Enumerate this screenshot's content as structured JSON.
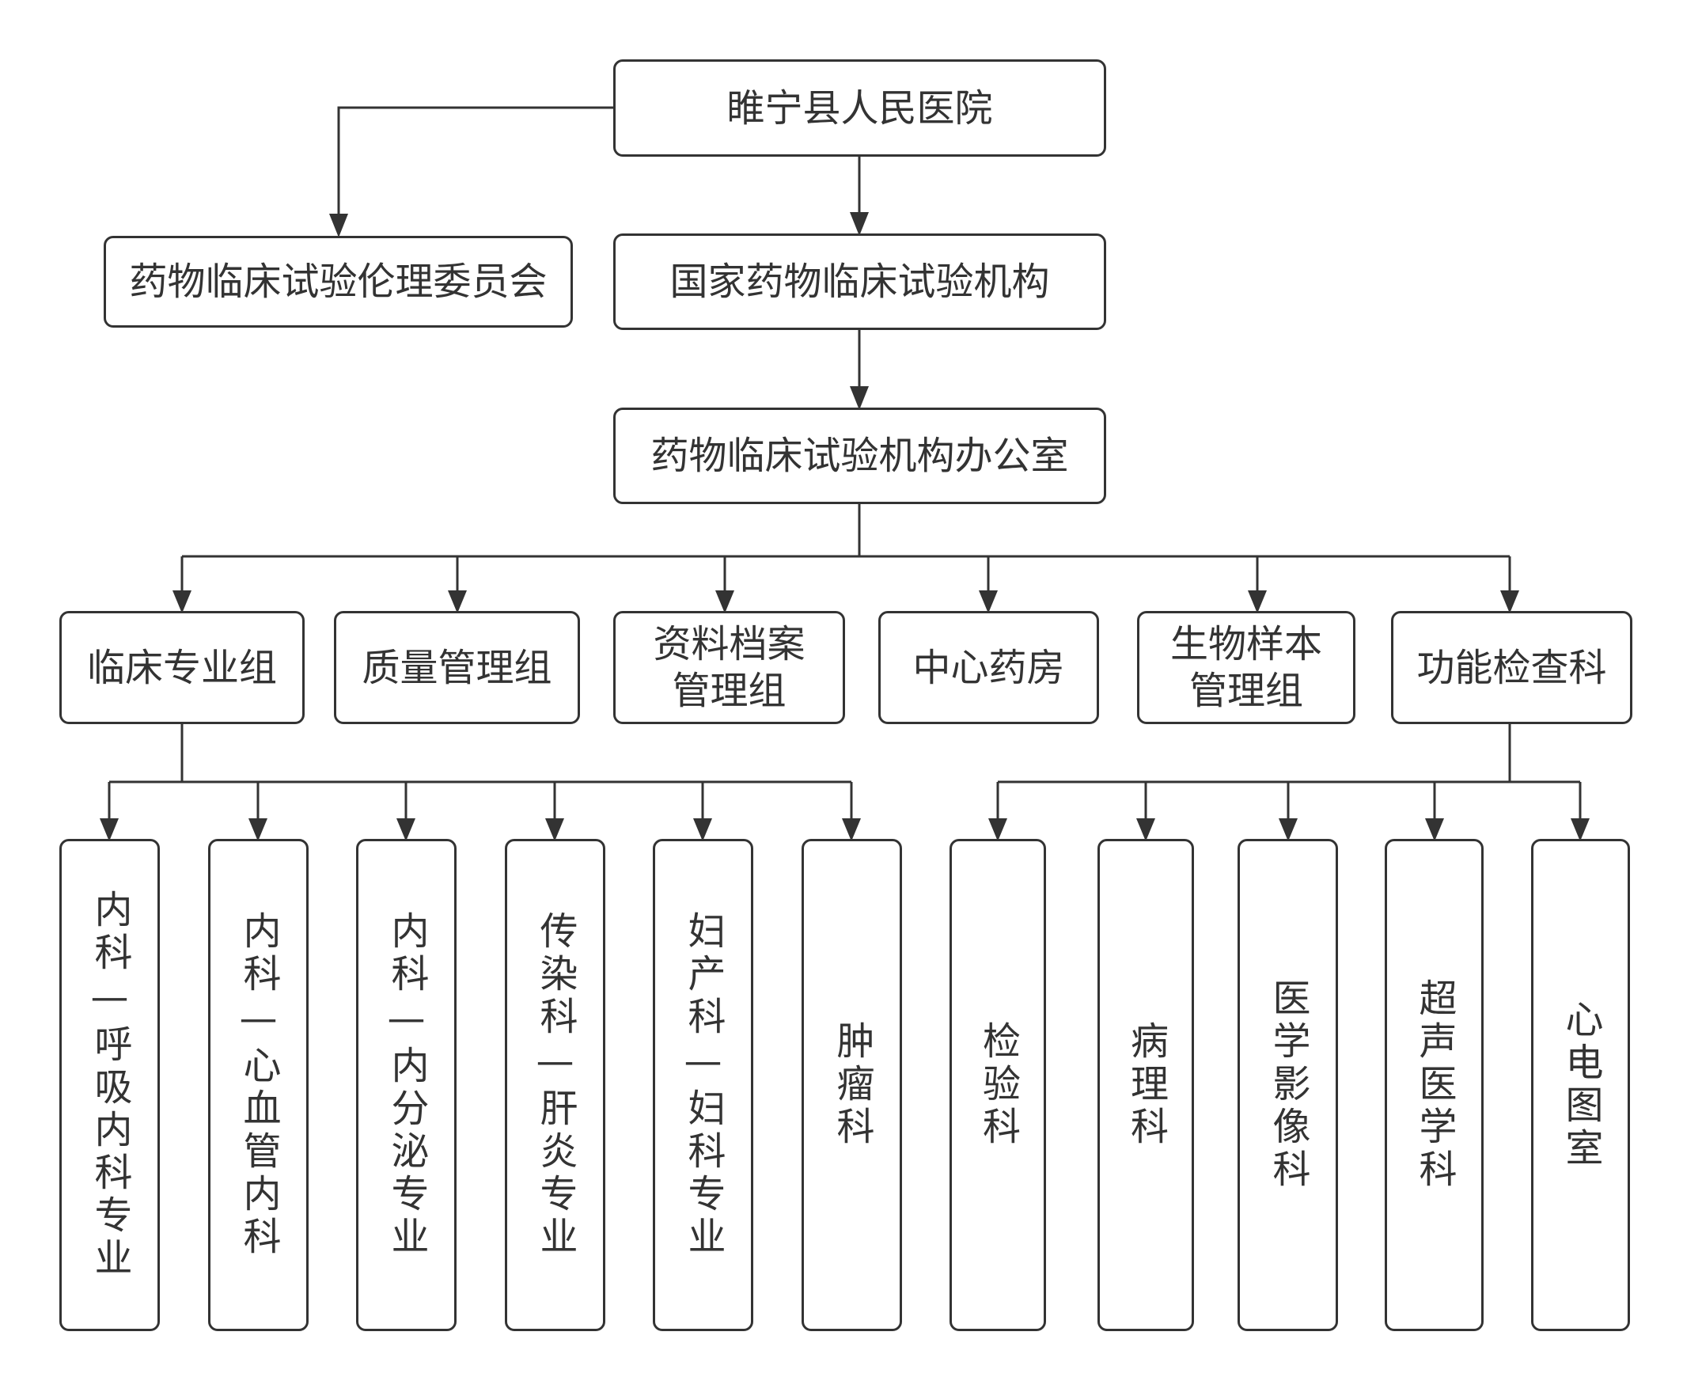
{
  "colors": {
    "line": "#333333",
    "text": "#333333",
    "box_fill": "#ffffff"
  },
  "nodes": {
    "hospital": "睢宁县人民医院",
    "ethics": "药物临床试验伦理委员会",
    "institution": "国家药物临床试验机构",
    "office": "药物临床试验机构办公室",
    "clinical_group": "临床专业组",
    "quality_group": "质量管理组",
    "archive_group": "资料档案管理组",
    "pharmacy": "中心药房",
    "biosample_group": "生物样本管理组",
    "function_dept": "功能检查科",
    "resp": "内科—呼吸内科专业",
    "cardio": "内科—心血管内科",
    "endo": "内科—内分泌专业",
    "infect": "传染科—肝炎专业",
    "obgyn": "妇产科—妇科专业",
    "oncology": "肿瘤科",
    "lab": "检验科",
    "pathology": "病理科",
    "imaging": "医学影像科",
    "ultrasound": "超声医学科",
    "ecg": "心电图室"
  }
}
